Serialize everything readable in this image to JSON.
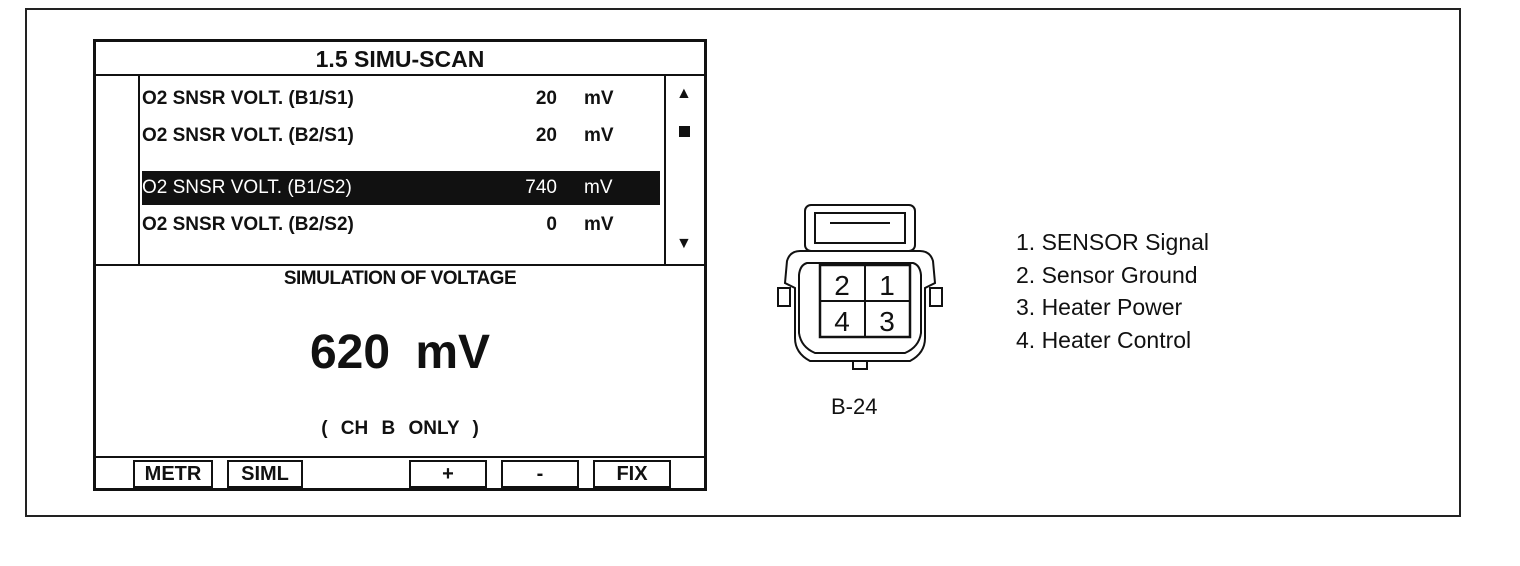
{
  "scanner": {
    "title": "1.5  SIMU-SCAN",
    "rows": [
      {
        "label": "O2 SNSR VOLT. (B1/S1)",
        "value": "20",
        "unit": "mV",
        "selected": false
      },
      {
        "label": "O2 SNSR VOLT. (B2/S1)",
        "value": "20",
        "unit": "mV",
        "selected": false
      },
      {
        "label": "O2 SNSR VOLT. (B1/S2)",
        "value": "740",
        "unit": "mV",
        "selected": true
      },
      {
        "label": "O2 SNSR VOLT. (B2/S2)",
        "value": "0",
        "unit": "mV",
        "selected": false
      }
    ],
    "scroll_up_icon": "▲",
    "scroll_down_icon": "▼",
    "sim_heading": "SIMULATION OF VOLTAGE",
    "sim_value": "620  mV",
    "sim_note": "(   CH  B  ONLY   )",
    "buttons": {
      "metr": "METR",
      "siml": "SIML",
      "plus": "+",
      "minus": "-",
      "fix": "FIX"
    }
  },
  "connector": {
    "label": "B-24",
    "pins": [
      "2",
      "1",
      "4",
      "3"
    ]
  },
  "legend": [
    "1. SENSOR Signal",
    "2. Sensor Ground",
    "3. Heater Power",
    "4. Heater Control"
  ]
}
